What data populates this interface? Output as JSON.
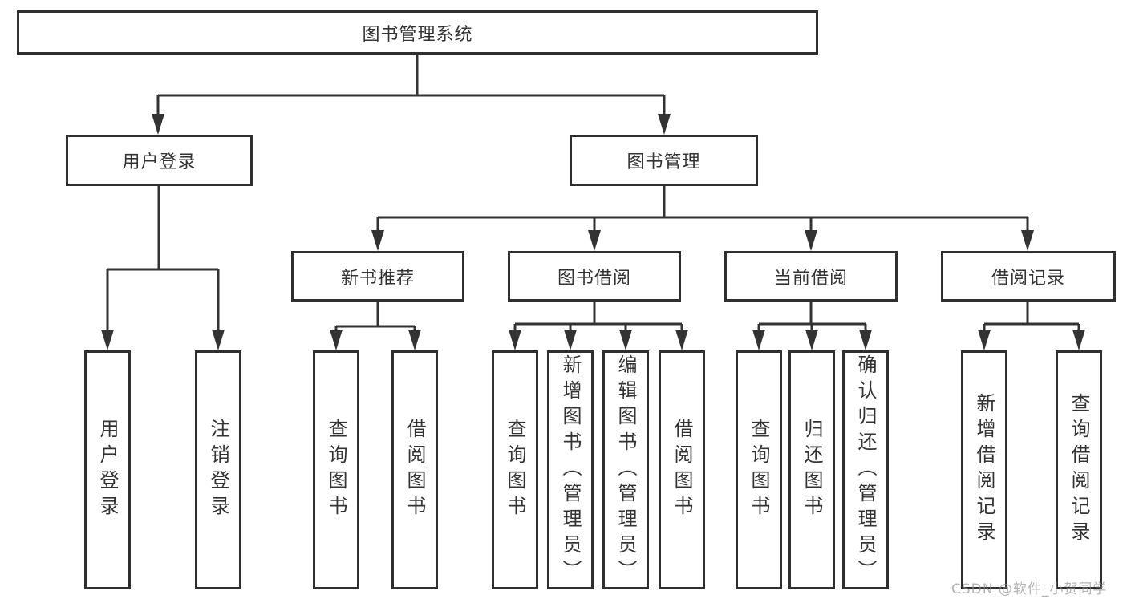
{
  "diagram_title": "图书管理系统",
  "nodes": {
    "root": {
      "label": "图书管理系统"
    },
    "branches": [
      {
        "label": "用户登录",
        "leaves": [
          "用户登录",
          "注销登录"
        ]
      },
      {
        "label": "图书管理",
        "subbranches": [
          {
            "label": "新书推荐",
            "leaves": [
              "查询图书",
              "借阅图书"
            ]
          },
          {
            "label": "图书借阅",
            "leaves": [
              "查询图书",
              "新增图书（管理员）",
              "编辑图书（管理员）",
              "借阅图书"
            ]
          },
          {
            "label": "当前借阅",
            "leaves": [
              "查询图书",
              "归还图书",
              "确认归还（管理员）"
            ]
          },
          {
            "label": "借阅记录",
            "leaves": [
              "新增借阅记录",
              "查询借阅记录"
            ]
          }
        ]
      }
    ]
  },
  "watermark": {
    "text": "CSDN @软件_小贺同学"
  },
  "colors": {
    "connector_line": "#333333",
    "box_border": "#2f2f2f",
    "box_fill": "#ffffff",
    "text": "#333333",
    "watermark": "#8c8c8c",
    "background": "#ffffff"
  }
}
